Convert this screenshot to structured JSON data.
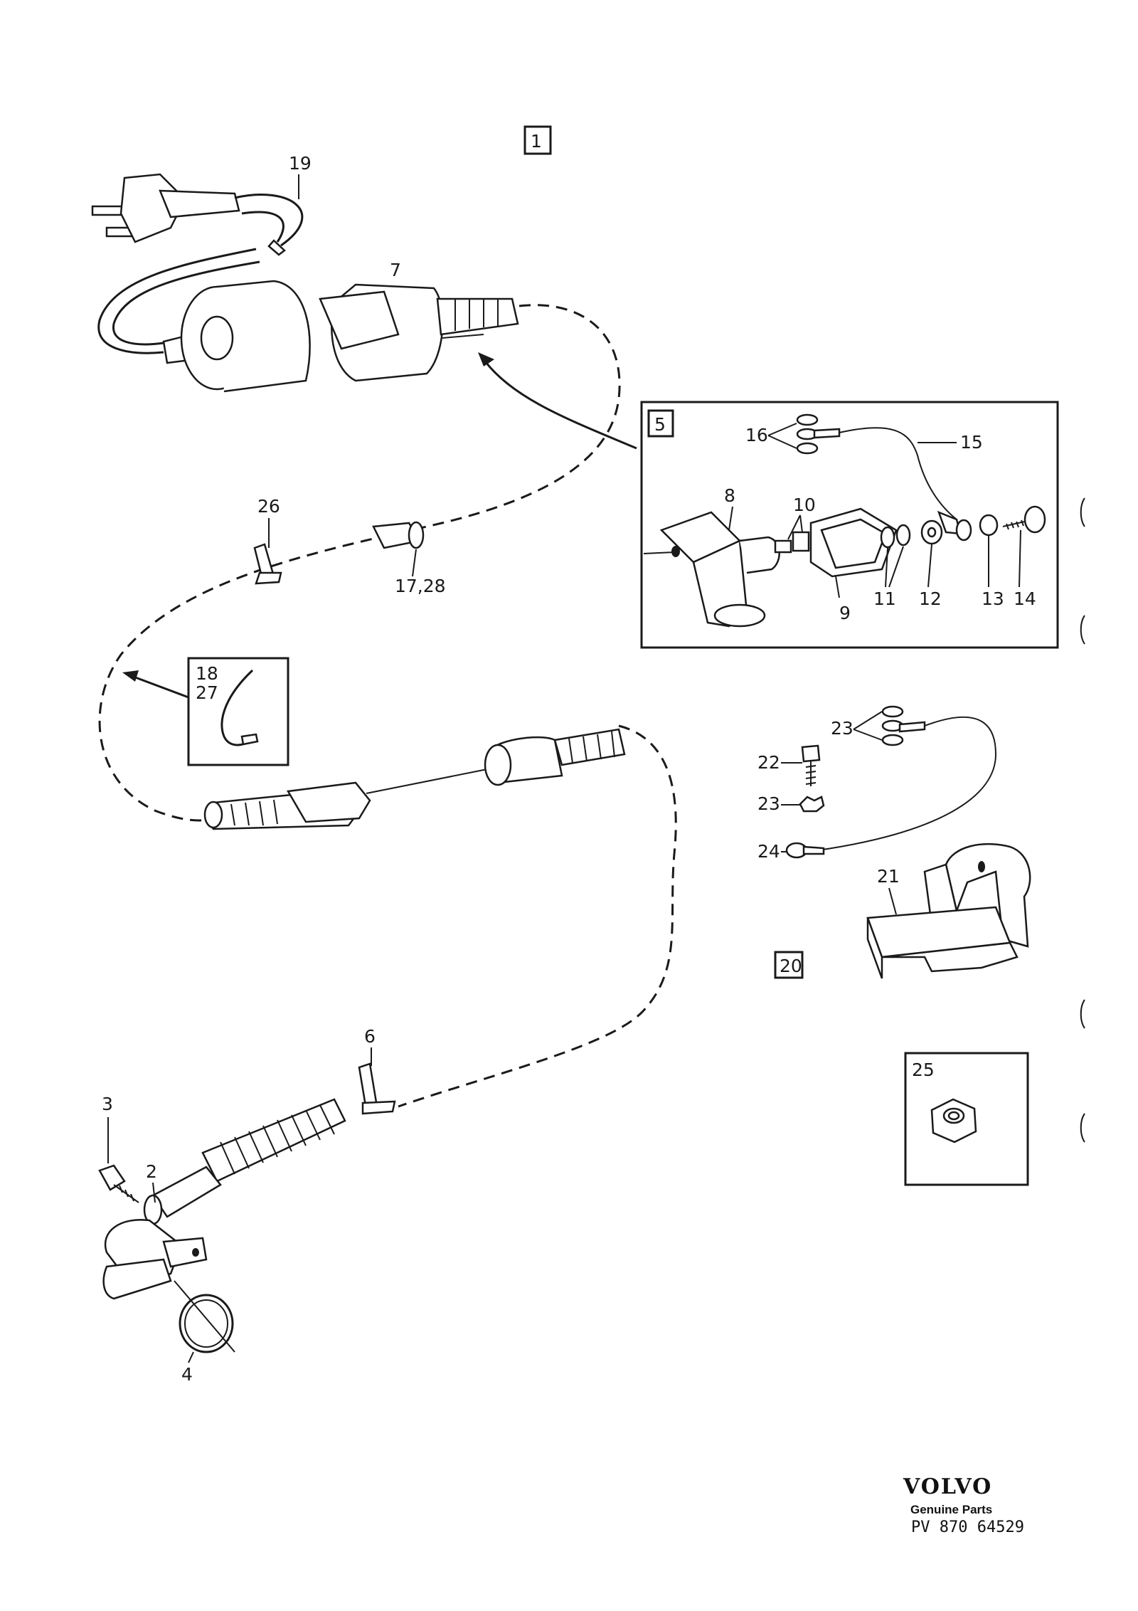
{
  "labels": {
    "box1": "1",
    "box5": "5",
    "box20": "20",
    "p19": "19",
    "p7": "7",
    "p26": "26",
    "p17_28": "17,28",
    "p18": "18",
    "p27": "27",
    "p16": "16",
    "p15": "15",
    "p8": "8",
    "p10": "10",
    "p9": "9",
    "p11": "11",
    "p12": "12",
    "p13": "13",
    "p14": "14",
    "p23a": "23",
    "p22": "22",
    "p23b": "23",
    "p24": "24",
    "p21": "21",
    "p25": "25",
    "p6": "6",
    "p3": "3",
    "p2": "2",
    "p4": "4"
  },
  "footer": {
    "brand": "VOLVO",
    "subtitle": "Genuine Parts",
    "part_number": "PV 870 64529"
  }
}
